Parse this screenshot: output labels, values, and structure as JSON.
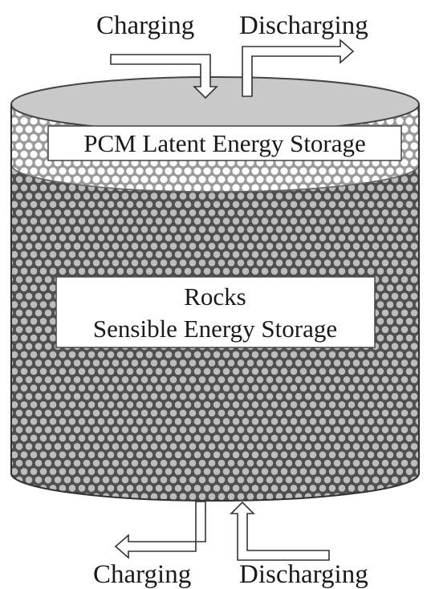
{
  "top": {
    "charging_label": "Charging",
    "discharging_label": "Discharging"
  },
  "bottom": {
    "charging_label": "Charging",
    "discharging_label": "Discharging"
  },
  "pcm_layer": {
    "label": "PCM Latent Energy Storage"
  },
  "rock_layer": {
    "line1": "Rocks",
    "line2": "Sensible Energy Storage"
  }
}
